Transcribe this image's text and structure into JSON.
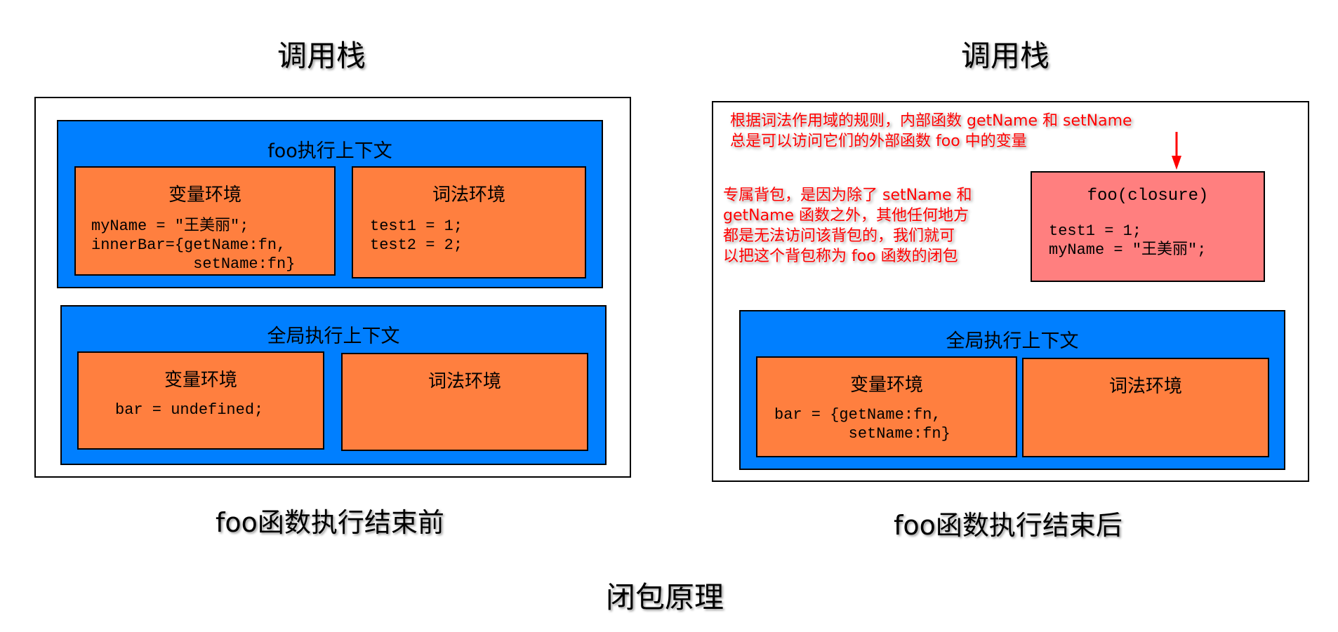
{
  "left": {
    "heading": "调用栈",
    "caption": "foo函数执行结束前",
    "foo_context": {
      "title": "foo执行上下文",
      "variable_env": {
        "title": "变量环境",
        "code": "myName = \"王美丽\";\ninnerBar={getName:fn,\n           setName:fn}"
      },
      "lexical_env": {
        "title": "词法环境",
        "code": "test1 = 1;\ntest2 = 2;"
      }
    },
    "global_context": {
      "title": "全局执行上下文",
      "variable_env": {
        "title": "变量环境",
        "code": "bar = undefined;"
      },
      "lexical_env": {
        "title": "词法环境",
        "code": ""
      }
    }
  },
  "right": {
    "heading": "调用栈",
    "caption": "foo函数执行结束后",
    "note_top": "根据词法作用域的规则，内部函数 getName 和 setName\n总是可以访问它们的外部函数 foo 中的变量",
    "note_left": "专属背包，是因为除了 setName 和\ngetName 函数之外，其他任何地方\n都是无法访问该背包的，我们就可\n以把这个背包称为 foo 函数的闭包",
    "closure": {
      "title": "foo(closure)",
      "code": "test1 = 1;\nmyName = \"王美丽\";"
    },
    "global_context": {
      "title": "全局执行上下文",
      "variable_env": {
        "title": "变量环境",
        "code": "bar = {getName:fn,\n        setName:fn}"
      },
      "lexical_env": {
        "title": "词法环境",
        "code": ""
      }
    }
  },
  "footer": "闭包原理",
  "colors": {
    "context": "#007fff",
    "environment": "#ff7f3f",
    "closure": "#ff7f7f",
    "note": "#ff0000"
  }
}
